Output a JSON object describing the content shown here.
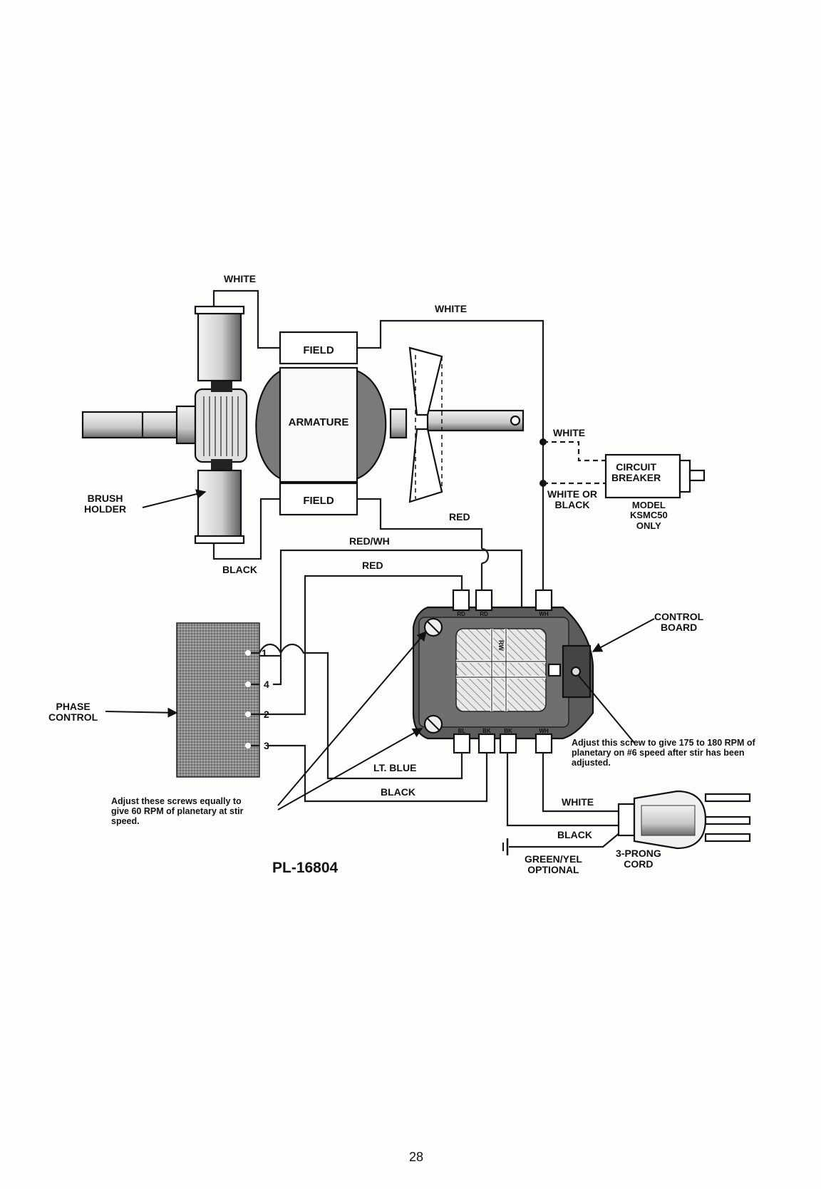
{
  "diagram": {
    "motor": {
      "armature": "ARMATURE",
      "field_top": "FIELD",
      "field_bottom": "FIELD",
      "brush_holder": "BRUSH\nHOLDER"
    },
    "wires": {
      "white_top": "WHITE",
      "white_right": "WHITE",
      "white_breaker": "WHITE",
      "white_or_black": "WHITE OR\nBLACK",
      "black_brush": "BLACK",
      "red_field": "RED",
      "red_wh": "RED/WH",
      "red": "RED",
      "lt_blue": "LT. BLUE",
      "black_bottom": "BLACK",
      "white_cord": "WHITE",
      "black_cord": "BLACK",
      "green_yel": "GREEN/YEL\nOPTIONAL"
    },
    "circuit_breaker": {
      "label": "CIRCUIT\nBREAKER",
      "note": "MODEL\nKSMC50\nONLY"
    },
    "control_board": {
      "label": "CONTROL\nBOARD",
      "terminals_top": [
        "RD",
        "RD",
        "WH"
      ],
      "terminals_bottom": [
        "BL",
        "BK",
        "BK",
        "WH"
      ],
      "rw": "RW"
    },
    "phase_control": {
      "label": "PHASE\nCONTROL",
      "pins": [
        "1",
        "4",
        "2",
        "3"
      ]
    },
    "cord": "3-PRONG\nCORD",
    "notes": {
      "left": "Adjust these screws equally to\ngive 60 RPM of planetary at stir\nspeed.",
      "right": "Adjust this screw to give 175 to 180 RPM of\nplanetary on #6 speed after stir has been\nadjusted."
    },
    "part_number": "PL-16804"
  },
  "page_number": "28"
}
